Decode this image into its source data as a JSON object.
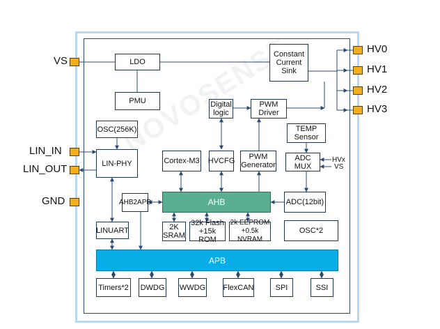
{
  "pins": {
    "vs": "VS",
    "lin_in": "LIN_IN",
    "lin_out": "LIN_OUT",
    "gnd": "GND",
    "hv0": "HV0",
    "hv1": "HV1",
    "hv2": "HV2",
    "hv3": "HV3"
  },
  "blocks": {
    "ldo": "LDO",
    "pmu": "PMU",
    "constant_current_sink": "Constant\nCurrent\nSink",
    "digital_logic": "Digital\nlogic",
    "pwm_driver": "PWM\nDriver",
    "osc_256k": "OSC(256K)",
    "temp_sensor": "TEMP\nSensor",
    "lin_phy": "LIN-PHY",
    "cortex_m3": "Cortex-M3",
    "hvcfg": "HVCFG",
    "pwm_generator": "PWM\nGenerator",
    "adc_mux": "ADC MUX",
    "ahb2apb": "AHB2APB",
    "ahb": "AHB",
    "adc_12bit": "ADC(12bit)",
    "sram": "2K\nSRAM",
    "flash_rom": "32k Flash\n+15k ROM",
    "eeprom_nvram": "2k EEPROM\n+0.5k NVRAM",
    "osc_x2": "OSC*2",
    "linuart": "LINUART",
    "apb": "APB",
    "timers": "Timers*2",
    "dwdg": "DWDG",
    "wwdg": "WWDG",
    "flexcan": "FlexCAN",
    "spi": "SPI",
    "ssi": "SSI"
  },
  "signals": {
    "hvx": "HVx",
    "vs": "VS"
  },
  "watermark": "NOVOSENSE",
  "colors": {
    "ahb_bus": "#5aae92",
    "apb_bus": "#09aee8",
    "pin": "#f2ae1c",
    "chip_border": "#b9d8f2",
    "line": "#1f3552"
  }
}
